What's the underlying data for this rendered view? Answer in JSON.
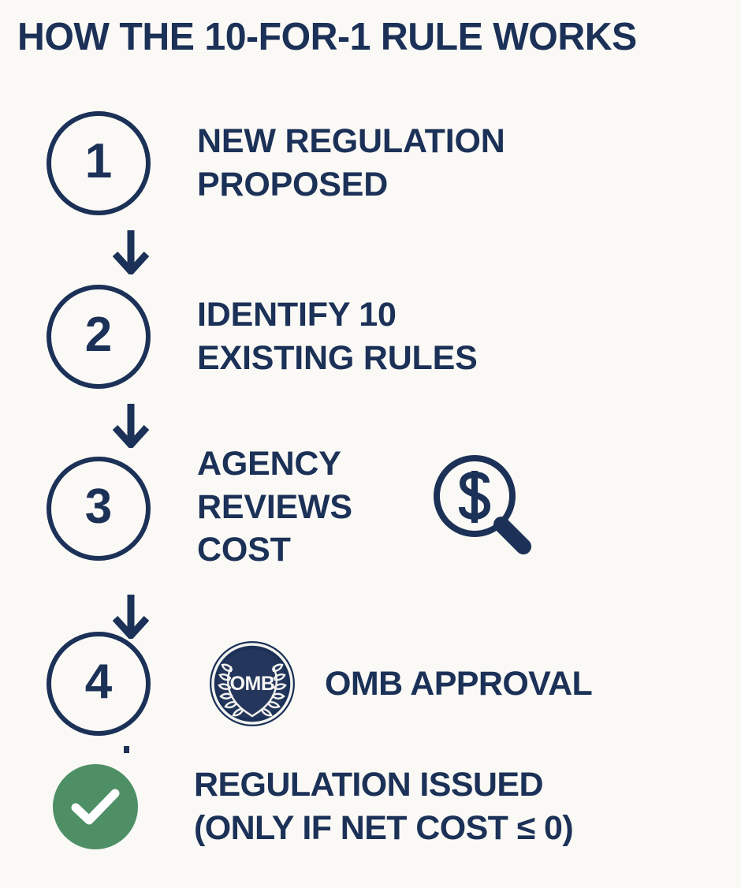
{
  "title": "HOW THE 10-FOR-1 RULE WORKS",
  "colors": {
    "background": "#faf9f5",
    "navy": "#1c3157",
    "green": "#4e8f66",
    "white": "#ffffff"
  },
  "steps": [
    {
      "number": "1",
      "label": "NEW REGULATION\nPROPOSED",
      "icon": null,
      "marker": "numbered-circle"
    },
    {
      "number": "2",
      "label": "IDENTIFY 10\nEXISTING RULES",
      "icon": null,
      "marker": "numbered-circle"
    },
    {
      "number": "3",
      "label": "AGENCY\nREVIEWS\nCOST",
      "icon": "magnifying-glass-dollar-icon",
      "marker": "numbered-circle"
    },
    {
      "number": "4",
      "label": "OMB APPROVAL",
      "icon": "omb-seal-icon",
      "icon_text": "OMB",
      "marker": "numbered-circle"
    },
    {
      "number": "",
      "label": "REGULATION ISSUED\n(ONLY IF NET COST ≤ 0)",
      "icon": null,
      "marker": "green-check-circle"
    }
  ],
  "connectors": [
    {
      "name": "arrow-1-to-2"
    },
    {
      "name": "arrow-2-to-3"
    },
    {
      "name": "arrow-3-to-4"
    },
    {
      "name": "arrow-stub-4-to-5"
    }
  ]
}
